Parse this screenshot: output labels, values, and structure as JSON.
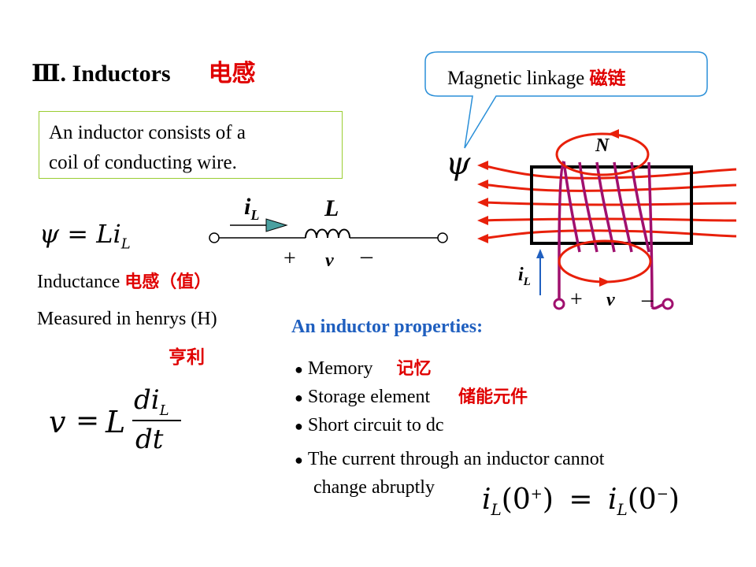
{
  "title": {
    "num": "Ⅲ. Inductors",
    "cn": "电感"
  },
  "definition": {
    "line1": "An inductor consists of a",
    "line2": "coil of conducting wire."
  },
  "callout": {
    "text": "Magnetic linkage ",
    "cn": "磁链"
  },
  "psi": "ψ",
  "coil": {
    "n_label": "N",
    "current": "i",
    "current_sub": "L",
    "plus": "+",
    "v": "v",
    "minus": "–"
  },
  "circuit": {
    "i": "i",
    "i_sub": "L",
    "L": "L",
    "plus": "+",
    "v": "v",
    "minus": "–"
  },
  "eq1": {
    "lhs": "ψ",
    "eq": "=",
    "L": "L",
    "i": "i",
    "sub": "L"
  },
  "inductance": {
    "text": "Inductance ",
    "cn": "电感（值）"
  },
  "measured": {
    "text": "Measured in henrys (H)",
    "cn": "亨利"
  },
  "eq2": {
    "v": "v",
    "eq": "=",
    "L": "L",
    "num": "di",
    "num_sub": "L",
    "den": "dt"
  },
  "properties": {
    "title": "An inductor properties:",
    "items": [
      {
        "text": "Memory",
        "cn": "记忆"
      },
      {
        "text": "Storage element",
        "cn": "储能元件"
      },
      {
        "text": "Short circuit to dc",
        "cn": ""
      },
      {
        "text": "The current through an inductor cannot",
        "cn": ""
      }
    ],
    "continuation": "change abruptly"
  },
  "eq3": {
    "lhs_i": "i",
    "lhs_sub": "L",
    "lhs_arg": "(0",
    "plus_sup": "+",
    "close": ")",
    "eq": "=",
    "rhs_i": "i",
    "rhs_sub": "L",
    "rhs_arg": "(0",
    "minus_sup": "−"
  },
  "colors": {
    "red": "#e00000",
    "blue": "#1f5fbf",
    "field": "#e8200a",
    "coil": "#a0106e",
    "box_border": "#9acd32",
    "arrow": "#4aa0a0"
  }
}
